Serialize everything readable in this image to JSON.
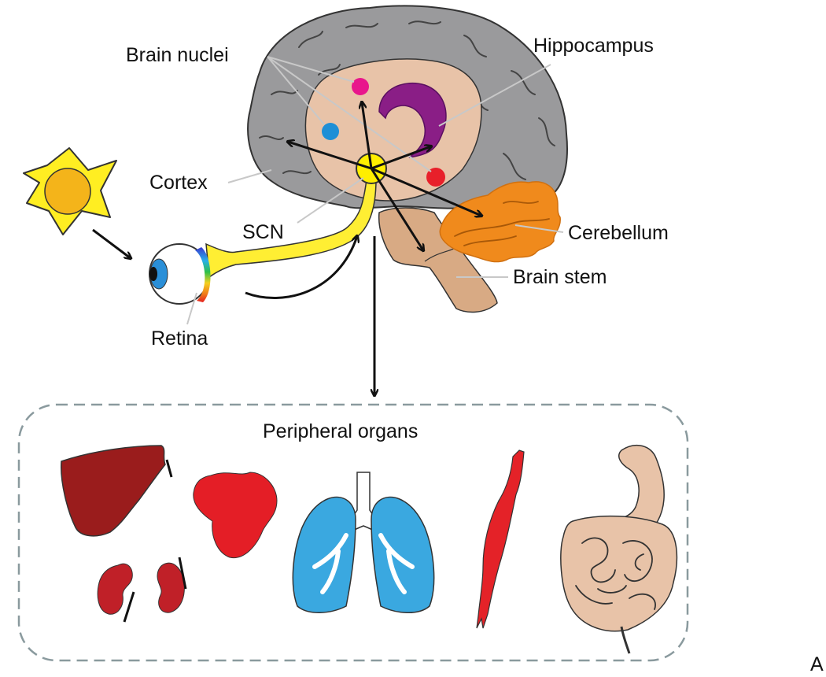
{
  "labels": {
    "brain_nuclei": "Brain nuclei",
    "hippocampus": "Hippocampus",
    "cortex": "Cortex",
    "scn": "SCN",
    "cerebellum": "Cerebellum",
    "brain_stem": "Brain stem",
    "retina": "Retina",
    "peripheral_organs": "Peripheral organs",
    "panel_letter": "A"
  },
  "colors": {
    "sun": "#FFEE22",
    "sun_core": "#F4B41A",
    "cortex_gray": "#9A9A9C",
    "inner_brain": "#E8C3A8",
    "hippocampus": "#8A1E86",
    "scn": "#FFEE00",
    "nucleus_pink": "#E8168C",
    "nucleus_blue": "#1E8FD6",
    "nucleus_red": "#E8202A",
    "cerebellum": "#F08A1C",
    "brainstem": "#D8AA84",
    "optic_nerve": "#FFEE33",
    "liver": "#9A1C1C",
    "heart": "#E41E26",
    "kidney": "#C02028",
    "lung": "#3AA8E0",
    "muscle": "#E42228",
    "intestine": "#E8C3A8",
    "dashed_box": "#8A9A9E"
  },
  "icons": [
    "sun-icon",
    "eye-icon",
    "liver-icon",
    "heart-icon",
    "kidneys-icon",
    "lungs-icon",
    "muscle-icon",
    "intestine-icon"
  ]
}
